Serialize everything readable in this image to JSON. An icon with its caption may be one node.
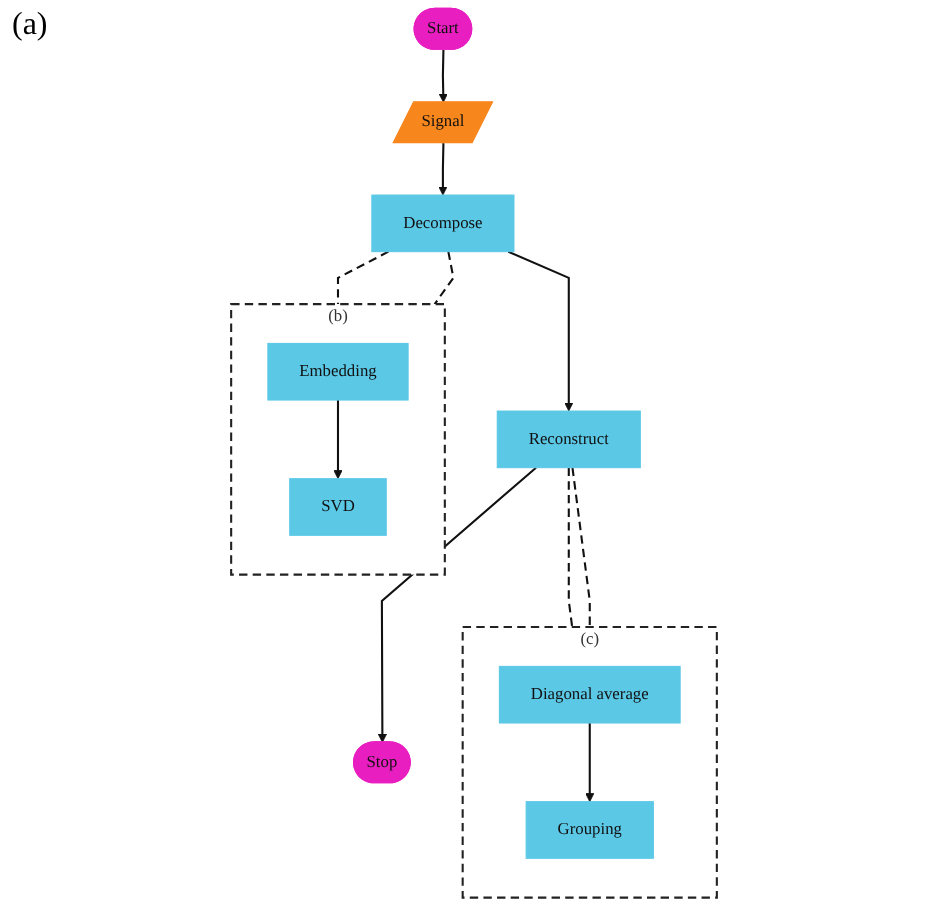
{
  "diagram": {
    "nodes": [
      {
        "text": [
          "Start"
        ]
      },
      {
        "text": [
          "Signal"
        ]
      },
      {
        "text": [
          "Decompose"
        ]
      },
      {
        "text": [
          "Reconstruct"
        ]
      },
      {
        "text": [
          "Stop"
        ]
      },
      {
        "text": [
          "(b)"
        ]
      },
      {
        "text": [
          "Embedding"
        ],
        "in": 5
      },
      {
        "text": [
          "SVD"
        ],
        "in": 5
      },
      {
        "text": [
          "(c)"
        ]
      },
      {
        "text": [
          "Diagonal average"
        ],
        "in": 8
      },
      {
        "text": [
          "Grouping"
        ],
        "in": 8
      }
    ],
    "edges": [
      {
        "from": 0,
        "to": 1,
        "arrow": "to"
      },
      {
        "from": 1,
        "to": 2,
        "arrow": "to"
      },
      {
        "from": 2,
        "to": 3,
        "arrow": "to"
      },
      {
        "from": 3,
        "to": 4,
        "arrow": "to"
      },
      {
        "from": 6,
        "to": 7,
        "arrow": "to"
      },
      {
        "from": 9,
        "to": 10,
        "arrow": "to"
      },
      {
        "from": 2,
        "to": 5,
        "arrow": "none",
        "style": "dashed"
      },
      {
        "from": 2,
        "to": 5,
        "arrow": "none",
        "style": "dashed"
      },
      {
        "from": 3,
        "to": 8,
        "arrow": "none",
        "style": "dashed"
      },
      {
        "from": 3,
        "to": 8,
        "arrow": "none",
        "style": "dashed"
      }
    ],
    "labels": [
      "(a)"
    ]
  }
}
